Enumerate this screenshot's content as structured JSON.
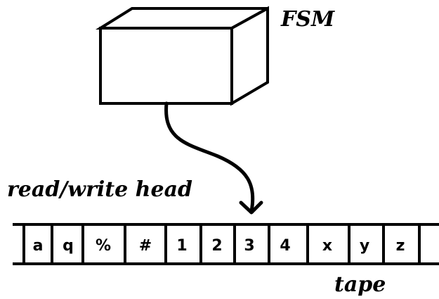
{
  "labels": {
    "machine": "FSM",
    "head": "read/write head",
    "tape": "tape"
  },
  "tape_cells": [
    "a",
    "q",
    "%",
    "#",
    "1",
    "2",
    "3",
    "4",
    "x",
    "y",
    "z",
    ""
  ],
  "colors": {
    "ink": "#000000",
    "background": "#ffffff"
  }
}
